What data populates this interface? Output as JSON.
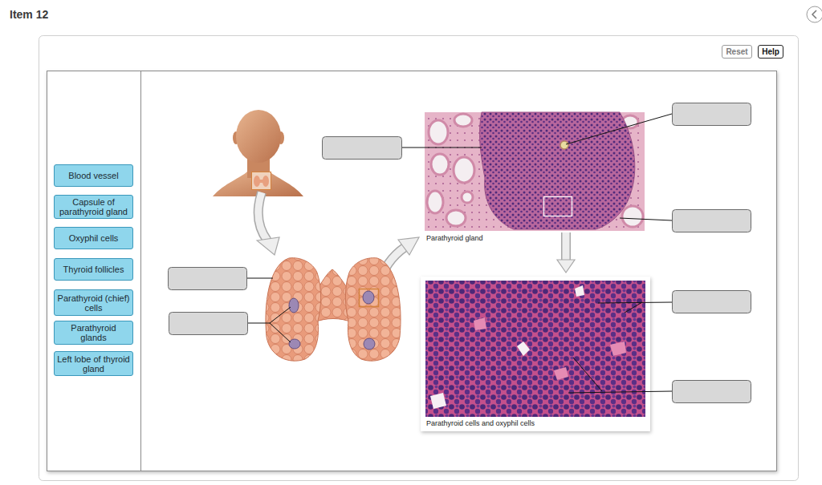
{
  "diagram": {
    "title": "Item 12",
    "nodes": [
      {
        "text": [
          "Reset"
        ]
      },
      {
        "text": [
          "Help"
        ]
      },
      {
        "text": [
          "Blood vessel"
        ]
      },
      {
        "text": [
          "Capsule of parathyroid gland"
        ]
      },
      {
        "text": [
          "Oxyphil cells"
        ]
      },
      {
        "text": [
          "Thyroid follicles"
        ]
      },
      {
        "text": [
          "Parathyroid (chief) cells"
        ]
      },
      {
        "text": [
          "Parathyroid glands"
        ]
      },
      {
        "text": [
          "Left lobe of thyroid gland"
        ]
      }
    ],
    "labels": [
      "Parathyroid gland",
      "Parathyroid cells and oxyphil cells"
    ]
  }
}
